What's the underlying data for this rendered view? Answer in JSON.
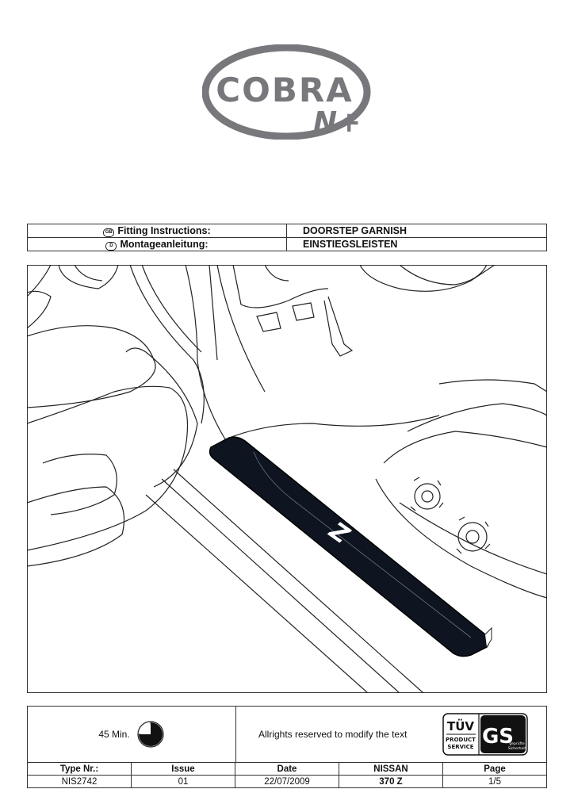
{
  "logo": {
    "brand": "COBRA",
    "suffix": "N+"
  },
  "title": {
    "row1": {
      "lang_badge": "GB",
      "label": "Fitting Instructions:",
      "value": "DOORSTEP GARNISH"
    },
    "row2": {
      "lang_badge": "D",
      "label": "Montageanleitung:",
      "value": "EINSTIEGSLEISTEN"
    }
  },
  "illustration": {
    "badge_letter": "Z"
  },
  "footer": {
    "time": "45 Min.",
    "time_fraction": 0.75,
    "rights": "Allrights reserved to modify the text",
    "tuv": {
      "line1": "TÜV",
      "line2": "PRODUCT",
      "line3": "SERVICE",
      "mark": "GS",
      "sub1": "geprüfte",
      "sub2": "Sicherheit"
    },
    "headers": [
      "Type Nr.:",
      "Issue",
      "Date",
      "NISSAN",
      "Page"
    ],
    "values": [
      "NIS2742",
      "01",
      "22/07/2009",
      "370 Z",
      "1/5"
    ]
  }
}
